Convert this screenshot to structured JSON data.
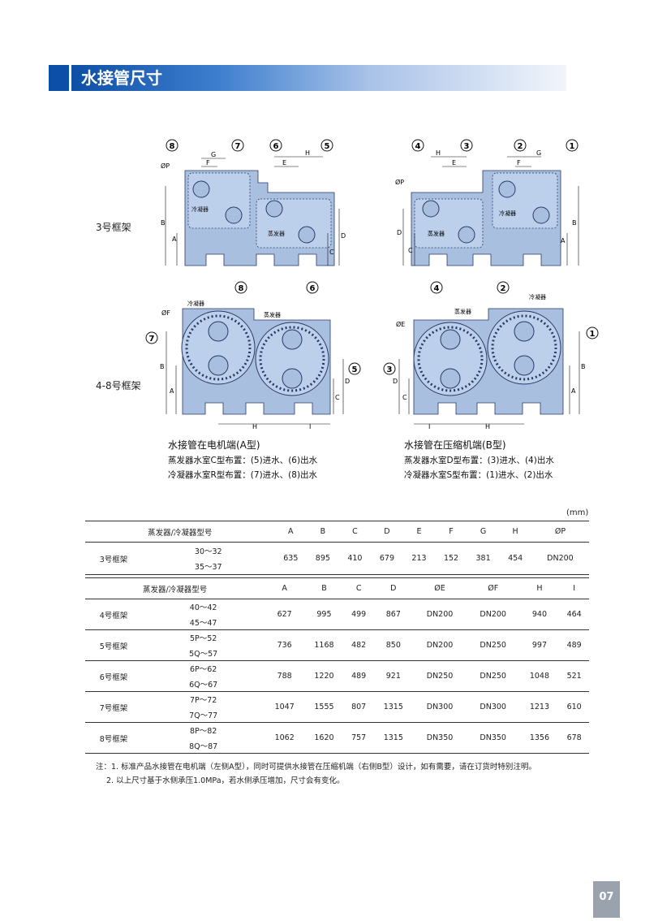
{
  "header": {
    "title": "水接管尺寸"
  },
  "figures": {
    "frame3_label": "3号框架",
    "frame48_label": "4-8号框架",
    "condenser_label": "冷凝器",
    "evaporator_label": "蒸发器",
    "callouts": {
      "c1": "1",
      "c2": "2",
      "c3": "3",
      "c4": "4",
      "c5": "5",
      "c6": "6",
      "c7": "7",
      "c8": "8"
    },
    "dims": {
      "A": "A",
      "B": "B",
      "C": "C",
      "D": "D",
      "E": "E",
      "F": "F",
      "G": "G",
      "H": "H",
      "I": "I",
      "phiP": "ØP",
      "phiF": "ØF",
      "phiE": "ØE"
    },
    "captionA": {
      "title": "水接管在电机端(A型)",
      "line1": "蒸发器水室C型布置：(5)进水、(6)出水",
      "line2": "冷凝器水室R型布置：(7)进水、(8)出水"
    },
    "captionB": {
      "title": "水接管在压缩机端(B型)",
      "line1": "蒸发器水室D型布置：(3)进水、(4)出水",
      "line2": "冷凝器水室S型布置：(1)进水、(2)出水"
    }
  },
  "unit": "(mm)",
  "table1": {
    "headers": [
      "蒸发器/冷凝器型号",
      "A",
      "B",
      "C",
      "D",
      "E",
      "F",
      "G",
      "H",
      "ØP"
    ],
    "frame": "3号框架",
    "models": [
      "30～32",
      "35～37"
    ],
    "values": [
      "635",
      "895",
      "410",
      "679",
      "213",
      "152",
      "381",
      "454",
      "DN200"
    ]
  },
  "table2": {
    "headers": [
      "蒸发器/冷凝器型号",
      "A",
      "B",
      "C",
      "D",
      "ØE",
      "ØF",
      "H",
      "I"
    ],
    "rows": [
      {
        "frame": "4号框架",
        "models": [
          "40～42",
          "45～47"
        ],
        "values": [
          "627",
          "995",
          "499",
          "867",
          "DN200",
          "DN200",
          "940",
          "464"
        ]
      },
      {
        "frame": "5号框架",
        "models": [
          "5P～52",
          "5Q～57"
        ],
        "values": [
          "736",
          "1168",
          "482",
          "850",
          "DN200",
          "DN250",
          "997",
          "489"
        ]
      },
      {
        "frame": "6号框架",
        "models": [
          "6P～62",
          "6Q～67"
        ],
        "values": [
          "788",
          "1220",
          "489",
          "921",
          "DN250",
          "DN250",
          "1048",
          "521"
        ]
      },
      {
        "frame": "7号框架",
        "models": [
          "7P～72",
          "7Q～77"
        ],
        "values": [
          "1047",
          "1555",
          "807",
          "1315",
          "DN300",
          "DN300",
          "1213",
          "610"
        ]
      },
      {
        "frame": "8号框架",
        "models": [
          "8P～82",
          "8Q～87"
        ],
        "values": [
          "1062",
          "1620",
          "757",
          "1315",
          "DN350",
          "DN350",
          "1356",
          "678"
        ]
      }
    ]
  },
  "notes": {
    "n1": "注：1. 标准产品水接管在电机端（左侧A型），同时可提供水接管在压缩机端（右侧B型）设计，如有需要，请在订货时特别注明。",
    "n2": "2. 以上尺寸基于水侧承压1.0MPa，若水侧承压增加，尺寸会有变化。"
  },
  "page_number": "07",
  "colors": {
    "brand": "#0b4fa8",
    "machine": "#a9bfe0",
    "outline": "#2a3a66"
  }
}
